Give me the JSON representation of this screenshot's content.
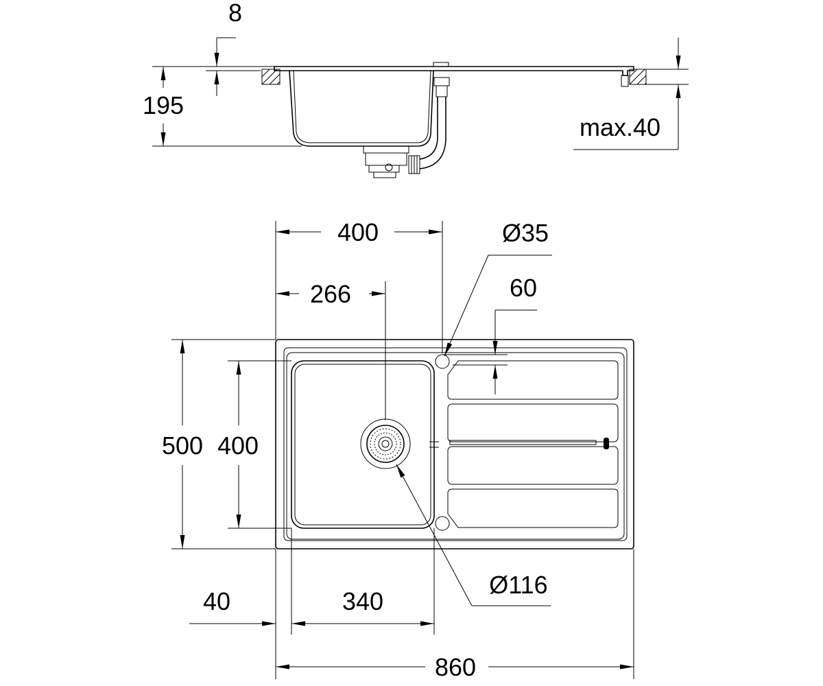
{
  "dimensions": {
    "lip_thickness": "8",
    "bowl_depth": "195",
    "max_worktop": "max.40",
    "width_to_tap_hole": "400",
    "width_to_drain_center": "266",
    "tap_hole_diameter": "Ø35",
    "tap_hole_offset": "60",
    "overall_depth": "500",
    "bowl_depth_plan": "400",
    "left_rim_width": "40",
    "bowl_width": "340",
    "waste_diameter": "Ø116",
    "overall_width": "860"
  }
}
